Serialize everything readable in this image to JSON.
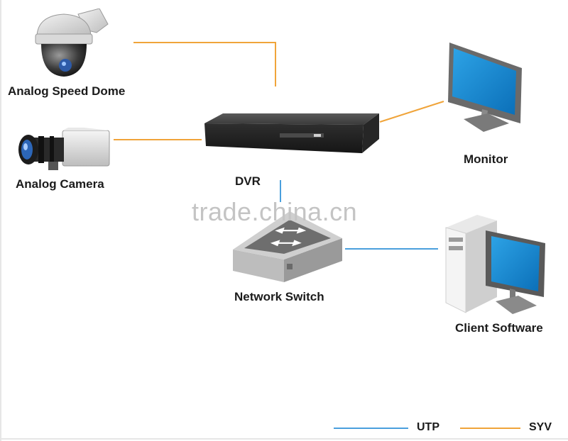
{
  "nodes": {
    "speed_dome": "Analog Speed Dome",
    "camera": "Analog Camera",
    "dvr": "DVR",
    "monitor": "Monitor",
    "switch": "Network Switch",
    "client": "Client Software"
  },
  "watermark": "trade.china.cn",
  "legend": {
    "utp": "UTP",
    "syv": "SYV"
  },
  "colors": {
    "utp": "#4a9fdd",
    "syv": "#f0a43a"
  },
  "icons": [
    "speed-dome-camera-icon",
    "box-camera-icon",
    "dvr-icon",
    "monitor-icon",
    "network-switch-icon",
    "client-pc-icon"
  ]
}
